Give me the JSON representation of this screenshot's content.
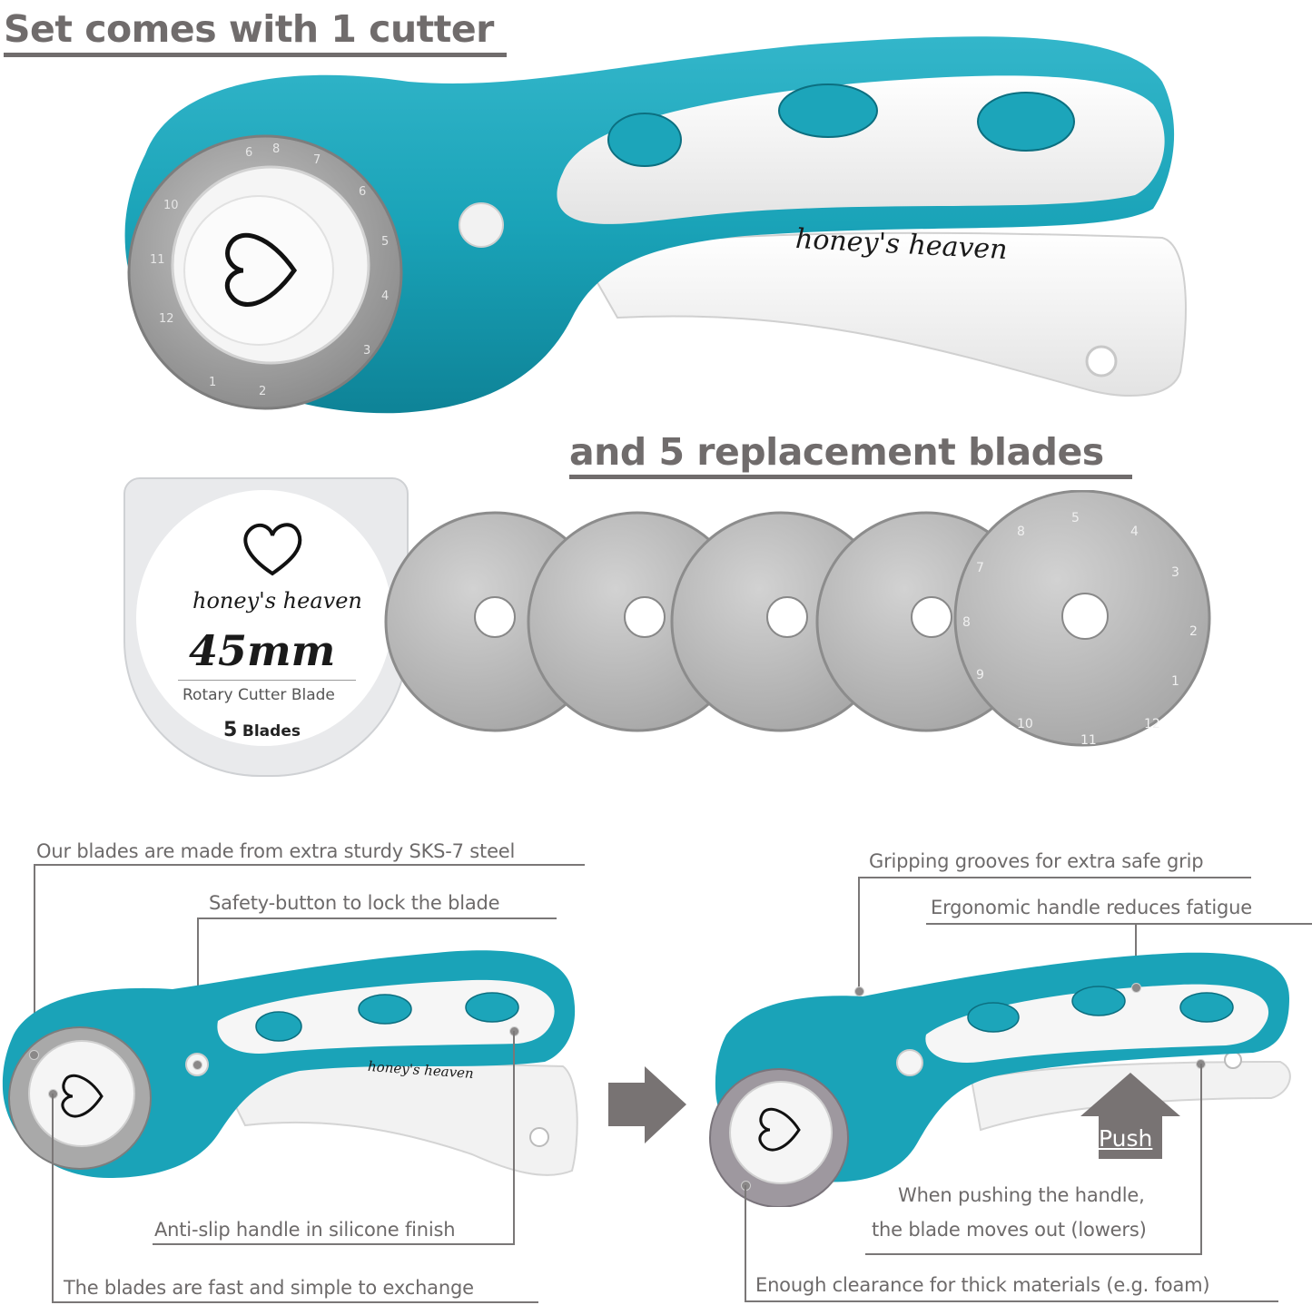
{
  "headings": {
    "top": "Set comes with 1 cutter",
    "middle": "and 5 replacement blades"
  },
  "brand": "honey's heaven",
  "blade_pack": {
    "brand": "honey's heaven",
    "size": "45mm",
    "product": "Rotary Cutter Blade",
    "count_number": "5",
    "count_label": "Blades"
  },
  "replacement_blades": {
    "count": 5,
    "markings": [
      "1",
      "2",
      "3",
      "4",
      "5",
      "6",
      "7",
      "8",
      "9",
      "10",
      "11",
      "12"
    ]
  },
  "callouts_left": {
    "steel": "Our blades are made from extra sturdy SKS-7 steel",
    "safety": "Safety-button to lock the blade",
    "antislip": "Anti-slip handle in silicone finish",
    "exchange": "The blades are fast and simple to exchange"
  },
  "callouts_right": {
    "grooves": "Gripping grooves for extra safe grip",
    "ergonomic": "Ergonomic handle reduces fatigue",
    "push_label": "Push",
    "push_line1": "When pushing the handle,",
    "push_line2": "the blade moves out (lowers)",
    "clearance": "Enough clearance for thick materials (e.g. foam)"
  },
  "icons": {
    "transition_arrow": "arrow-right-icon",
    "push_arrow": "arrow-up-icon",
    "logo": "heart-icon"
  },
  "colors": {
    "teal": "#1aa3b8",
    "teal_dark": "#0e8397",
    "white_handle": "#f4f4f4",
    "steel": "#b9b9b9",
    "text_gray": "#6d6a6a",
    "arrow_gray": "#787373"
  }
}
